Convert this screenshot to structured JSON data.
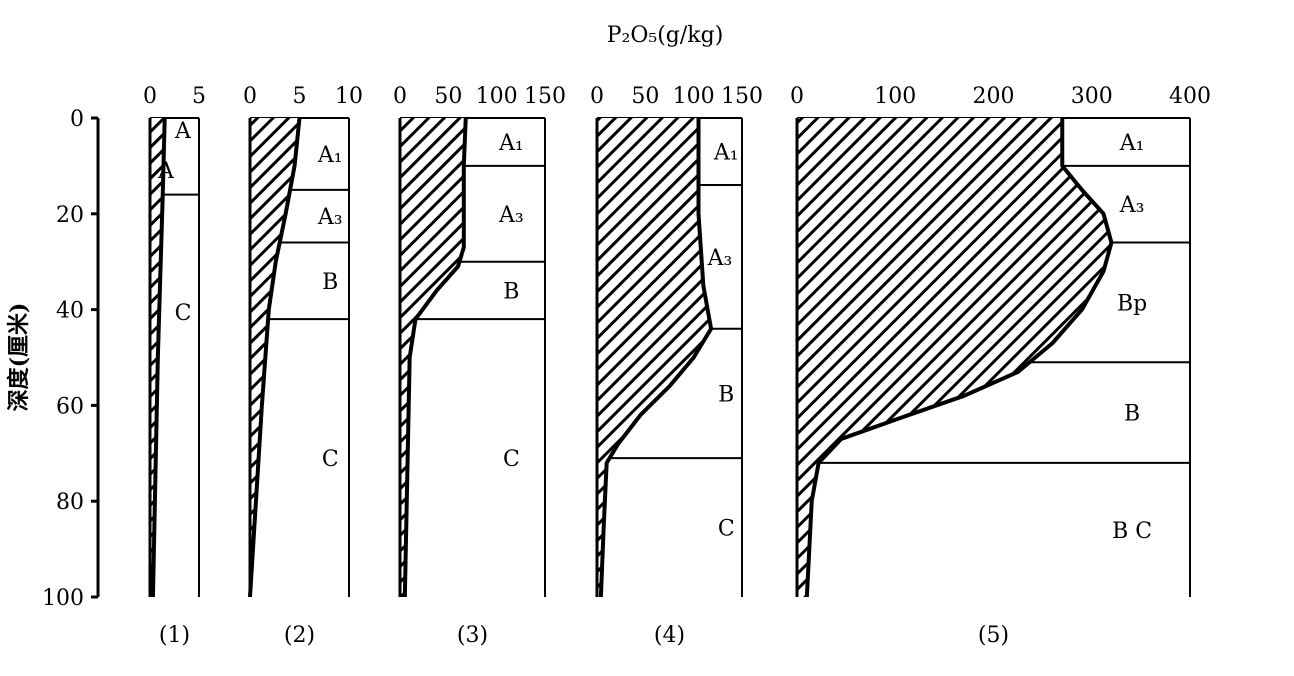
{
  "chart_data": {
    "type": "area",
    "title": "P₂O₅(g/kg)",
    "ylabel": "深度(厘米)",
    "ylim": [
      0,
      100
    ],
    "yticks": [
      0,
      20,
      40,
      60,
      80,
      100
    ],
    "panels": [
      {
        "label": "(1)",
        "xlim": [
          0,
          5
        ],
        "xticks": [
          0,
          5
        ],
        "horizons": [
          {
            "name": "A",
            "top": 0,
            "bottom": 16
          },
          {
            "name": "A",
            "top": 0,
            "bottom": 16
          },
          {
            "name": "C",
            "top": 16,
            "bottom": 100
          }
        ],
        "depth": [
          0,
          16,
          50,
          100
        ],
        "value": [
          1.5,
          1.3,
          0.8,
          0.3
        ]
      },
      {
        "label": "(2)",
        "xlim": [
          0,
          10
        ],
        "xticks": [
          0,
          5,
          10
        ],
        "horizons": [
          {
            "name": "A₁",
            "top": 0,
            "bottom": 15
          },
          {
            "name": "A₃",
            "top": 15,
            "bottom": 26
          },
          {
            "name": "B",
            "top": 26,
            "bottom": 42
          },
          {
            "name": "C",
            "top": 42,
            "bottom": 100
          }
        ],
        "depth": [
          0,
          10,
          20,
          30,
          40,
          60,
          80,
          100
        ],
        "value": [
          5,
          4.5,
          3.6,
          2.6,
          1.9,
          1.2,
          0.6,
          0
        ]
      },
      {
        "label": "(3)",
        "xlim": [
          0,
          150
        ],
        "xticks": [
          0,
          50,
          100,
          150
        ],
        "horizons": [
          {
            "name": "A₁",
            "top": 0,
            "bottom": 10
          },
          {
            "name": "A₃",
            "top": 10,
            "bottom": 30
          },
          {
            "name": "B",
            "top": 30,
            "bottom": 42
          },
          {
            "name": "C",
            "top": 42,
            "bottom": 100
          }
        ],
        "depth": [
          0,
          10,
          27,
          31,
          36,
          42,
          50,
          70,
          100
        ],
        "value": [
          68,
          66,
          66,
          60,
          38,
          16,
          10,
          8,
          5
        ]
      },
      {
        "label": "(4)",
        "xlim": [
          0,
          150
        ],
        "xticks": [
          0,
          50,
          100,
          150
        ],
        "horizons": [
          {
            "name": "A₁",
            "top": 0,
            "bottom": 14
          },
          {
            "name": "A₃",
            "top": 14,
            "bottom": 44
          },
          {
            "name": "B",
            "top": 44,
            "bottom": 71
          },
          {
            "name": "C",
            "top": 71,
            "bottom": 100
          }
        ],
        "depth": [
          0,
          20,
          35,
          44,
          50,
          56,
          62,
          68,
          72,
          85,
          100
        ],
        "value": [
          105,
          105,
          110,
          118,
          100,
          75,
          45,
          22,
          10,
          7,
          4
        ]
      },
      {
        "label": "(5)",
        "xlim": [
          0,
          400
        ],
        "xticks": [
          0,
          100,
          200,
          300,
          400
        ],
        "horizons": [
          {
            "name": "A₁",
            "top": 0,
            "bottom": 10
          },
          {
            "name": "A₃",
            "top": 10,
            "bottom": 26
          },
          {
            "name": "Bp",
            "top": 26,
            "bottom": 51
          },
          {
            "name": "B",
            "top": 51,
            "bottom": 72
          },
          {
            "name": "B C",
            "top": 72,
            "bottom": 100
          }
        ],
        "depth": [
          0,
          10,
          15,
          20,
          26,
          32,
          40,
          47,
          53,
          58,
          63,
          67,
          72,
          80,
          100
        ],
        "value": [
          270,
          270,
          290,
          312,
          320,
          312,
          290,
          260,
          225,
          170,
          100,
          45,
          22,
          15,
          10
        ]
      }
    ]
  }
}
